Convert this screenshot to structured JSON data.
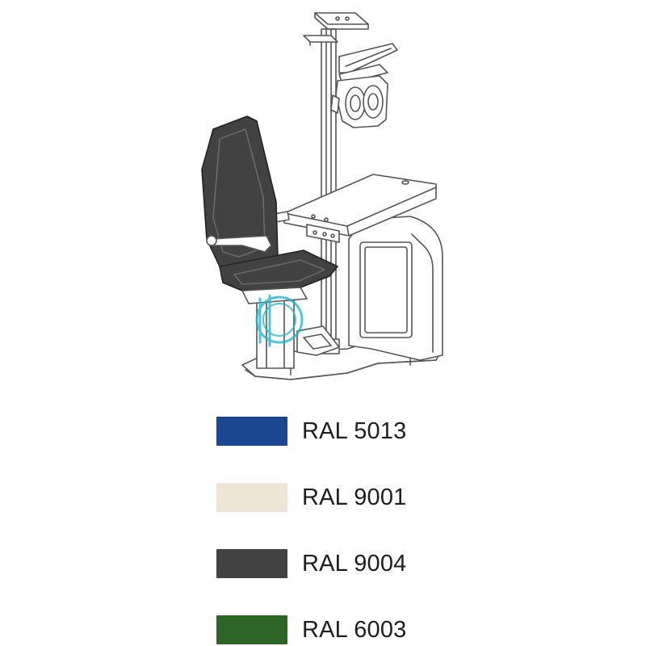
{
  "swatches": [
    {
      "label": "RAL 5013",
      "color": "#1b4690"
    },
    {
      "label": "RAL 9001",
      "color": "#efe5d4"
    },
    {
      "label": "RAL 9004",
      "color": "#424242"
    },
    {
      "label": "RAL 6003",
      "color": "#2f6428"
    }
  ],
  "illustration": {
    "subject": "ophthalmic-chair-and-refraction-unit",
    "chair_color": "#424242",
    "outline_color": "#555555",
    "watermark_color": "#1fb6d6"
  }
}
